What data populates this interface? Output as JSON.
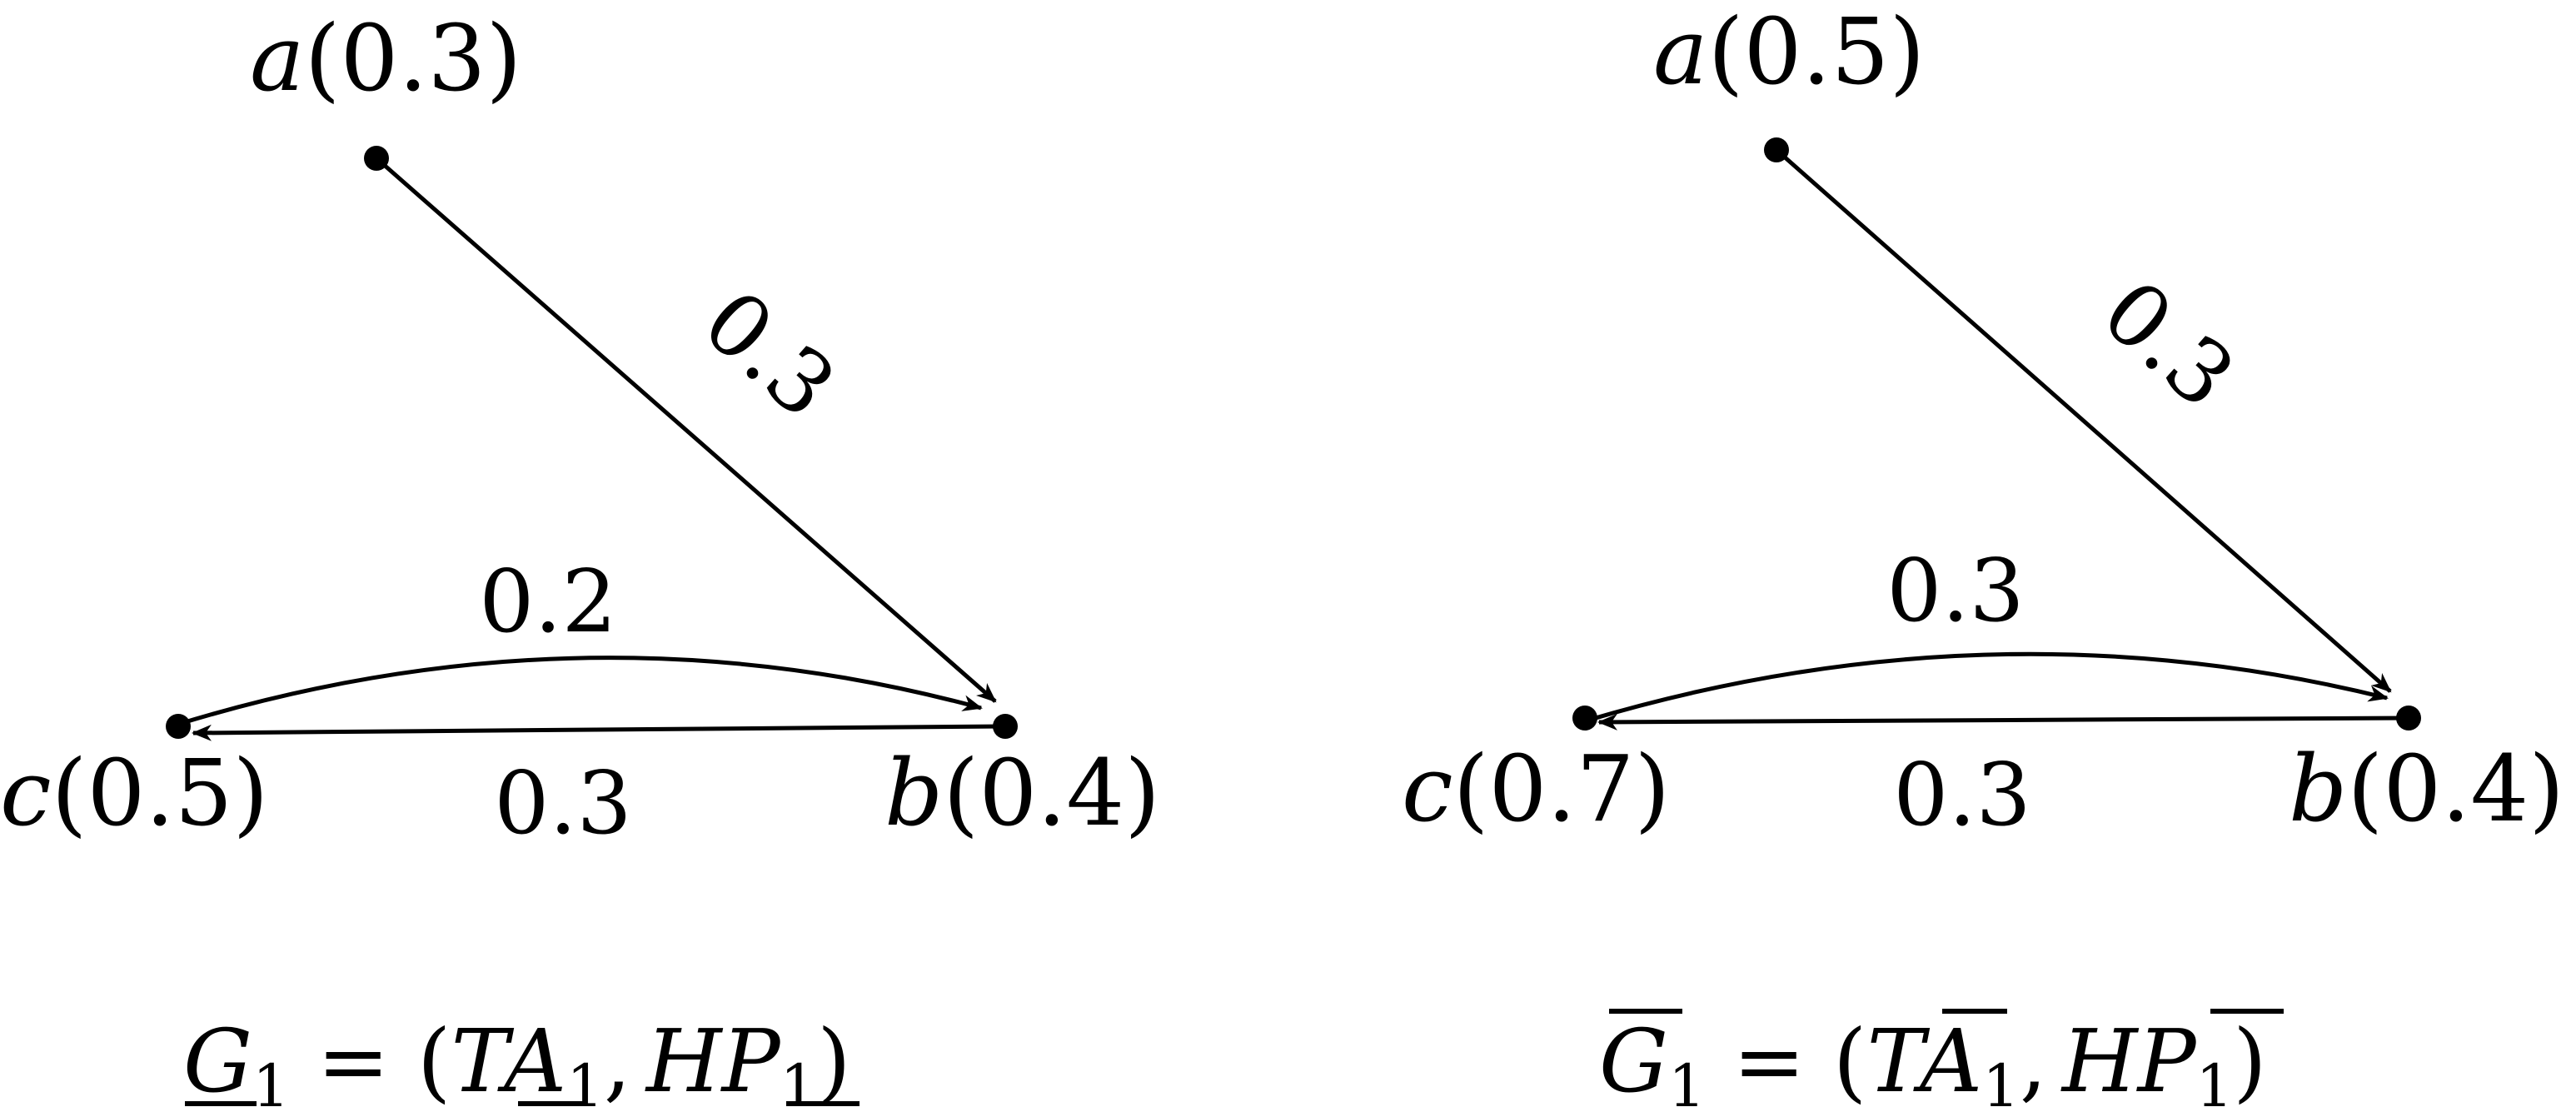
{
  "colors": {
    "ink": "#000000",
    "background": "#ffffff"
  },
  "left_graph": {
    "nodes": [
      {
        "id": "a",
        "name": "a",
        "value": "(0.3)"
      },
      {
        "id": "b",
        "name": "b",
        "value": "(0.4)"
      },
      {
        "id": "c",
        "name": "c",
        "value": "(0.5)"
      }
    ],
    "edges": [
      {
        "from": "a",
        "to": "b",
        "weight": "0.3"
      },
      {
        "from": "c",
        "to": "b",
        "weight": "0.2"
      },
      {
        "from": "b",
        "to": "c",
        "weight": "0.3"
      }
    ],
    "caption": {
      "g": "G",
      "sub1": "1",
      "eq": " = (",
      "t": "T",
      "a": "A",
      "sub2": "1",
      "comma": ",",
      "h": "H",
      "p": "P",
      "sub3": "1",
      "close": ")"
    }
  },
  "right_graph": {
    "nodes": [
      {
        "id": "a",
        "name": "a",
        "value": "(0.5)"
      },
      {
        "id": "b",
        "name": "b",
        "value": "(0.4)"
      },
      {
        "id": "c",
        "name": "c",
        "value": "(0.7)"
      }
    ],
    "edges": [
      {
        "from": "a",
        "to": "b",
        "weight": "0.3"
      },
      {
        "from": "c",
        "to": "b",
        "weight": "0.3"
      },
      {
        "from": "b",
        "to": "c",
        "weight": "0.3"
      }
    ],
    "caption": {
      "g": "G",
      "sub1": "1",
      "eq": " = (",
      "t": "T",
      "a": "A",
      "sub2": "1",
      "comma": ",",
      "h": "H",
      "p": "P",
      "sub3": "1",
      "close": ")"
    }
  }
}
